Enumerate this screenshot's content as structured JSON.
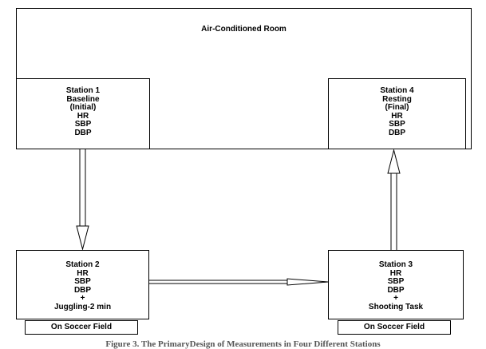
{
  "room": {
    "title": "Air-Conditioned Room"
  },
  "stations": {
    "s1": {
      "lines": [
        "Station 1",
        "Baseline",
        "(Initial)",
        "HR",
        "SBP",
        "DBP"
      ]
    },
    "s4": {
      "lines": [
        "Station 4",
        "Resting",
        "(Final)",
        "HR",
        "SBP",
        "DBP"
      ]
    },
    "s2": {
      "lines": [
        "Station 2",
        "HR",
        "SBP",
        "DBP",
        "+",
        "Juggling-2 min"
      ]
    },
    "s3": {
      "lines": [
        "Station 3",
        "HR",
        "SBP",
        "DBP",
        "+",
        "Shooting Task"
      ]
    }
  },
  "fields": {
    "f1": "On Soccer Field",
    "f2": "On Soccer Field"
  },
  "caption": "Figure 3. The PrimaryDesign of Measurements in Four Different Stations"
}
